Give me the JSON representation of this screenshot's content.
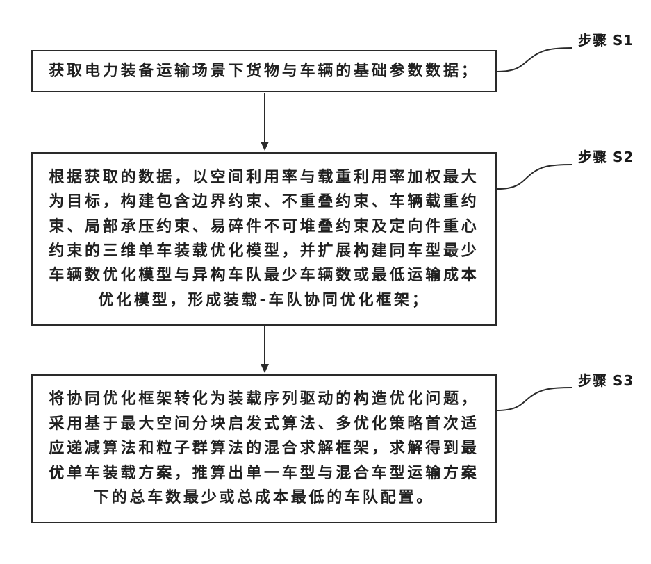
{
  "steps": [
    {
      "id": "S1",
      "label": "步骤 S1",
      "text": "获取电力装备运输场景下货物与车辆的基础参数数据；"
    },
    {
      "id": "S2",
      "label": "步骤 S2",
      "text": "根据获取的数据，以空间利用率与载重利用率加权最大\n为目标，构建包含边界约束、不重叠约束、车辆载重约\n束、局部承压约束、易碎件不可堆叠约束及定向件重心\n约束的三维单车装载优化模型，并扩展构建同车型最少\n车辆数优化模型与异构车队最少车辆数或最低运输成本\n优化模型，形成装载-车队协同优化框架；"
    },
    {
      "id": "S3",
      "label": "步骤 S3",
      "text": "将协同优化框架转化为装载序列驱动的构造优化问题，\n采用基于最大空间分块启发式算法、多优化策略首次适\n应递减算法和粒子群算法的混合求解框架，求解得到最\n优单车装载方案，推算出单一车型与混合车型运输方案\n下的总车数最少或总成本最低的车队配置。"
    }
  ],
  "colors": {
    "line": "#2a2a2a",
    "text": "#202020"
  }
}
